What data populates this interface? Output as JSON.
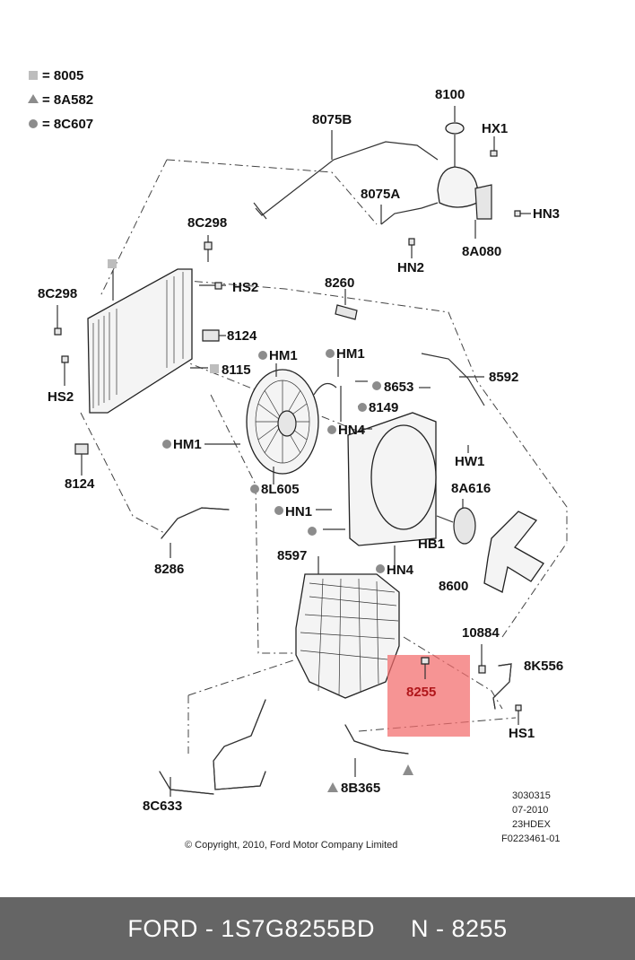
{
  "legend": [
    {
      "symbol": "square",
      "text": "= 8005"
    },
    {
      "symbol": "triangle",
      "text": "= 8A582"
    },
    {
      "symbol": "circle",
      "text": "= 8C607"
    }
  ],
  "labels": {
    "l8100": "8100",
    "lHX1": "HX1",
    "l8075B": "8075B",
    "l8075A": "8075A",
    "lHN3": "HN3",
    "lHN2": "HN2",
    "l8A080": "8A080",
    "l8C298a": "8C298",
    "l8C298b": "8C298",
    "lHS2a": "HS2",
    "lHS2b": "HS2",
    "l8260": "8260",
    "l8124a": "8124",
    "l8124b": "8124",
    "l8115": "8115",
    "lHM1a": "HM1",
    "lHM1b": "HM1",
    "lHM1c": "HM1",
    "l8653": "8653",
    "l8592": "8592",
    "l8149": "8149",
    "lHN4a": "HN4",
    "lHN4b": "HN4",
    "lHW1": "HW1",
    "l8L605": "8L605",
    "l8A616": "8A616",
    "lHN1": "HN1",
    "lHB1": "HB1",
    "l8286": "8286",
    "l8597": "8597",
    "l8600": "8600",
    "l10884": "10884",
    "l8K556": "8K556",
    "l8255": "8255",
    "lHS1": "HS1",
    "l8B365": "8B365",
    "l8C633": "8C633"
  },
  "info_block": [
    "3030315",
    "07-2010",
    "23HDEX",
    "F0223461-01"
  ],
  "copyright": "© Copyright, 2010, Ford Motor Company Limited",
  "footer": {
    "brand": "FORD",
    "sep1": " - ",
    "part_number": "1S7G8255BD",
    "gap": "     ",
    "ref": "N - 8255"
  },
  "colors": {
    "highlight": "#f26b6b",
    "highlight_text": "#b0161a",
    "footer_bg": "#656565",
    "marker_gray": "#8c8c8c",
    "square_gray": "#bdbdbd"
  }
}
